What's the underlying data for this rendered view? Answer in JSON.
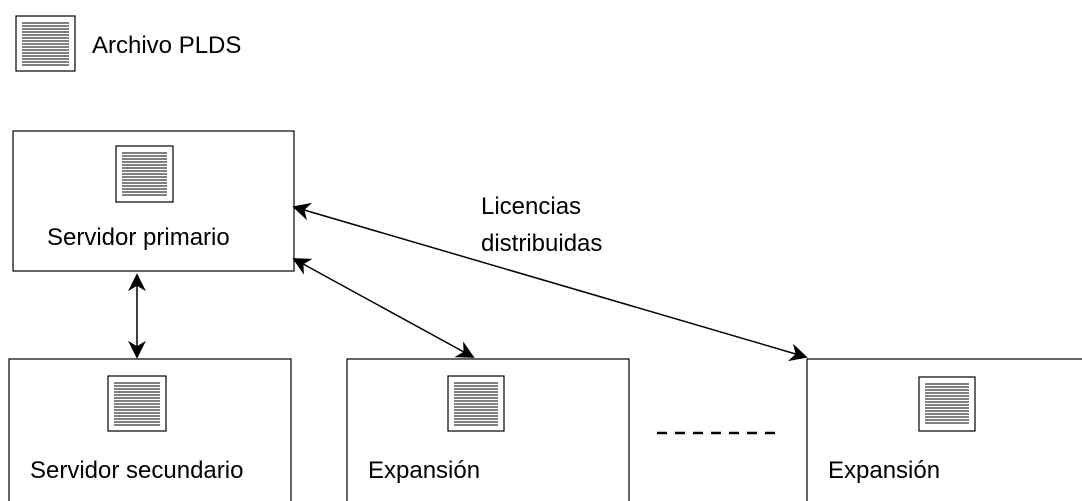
{
  "legend": {
    "label": "Archivo PLDS",
    "icon": "document-icon"
  },
  "nodes": {
    "primary": {
      "label": "Servidor primario"
    },
    "secondary": {
      "label": "Servidor secundario"
    },
    "expansion1": {
      "label": "Expansión"
    },
    "expansion2": {
      "label": "Expansión"
    }
  },
  "edges": {
    "distributed_licenses_label": [
      "Licencias",
      "distribuidas"
    ]
  }
}
